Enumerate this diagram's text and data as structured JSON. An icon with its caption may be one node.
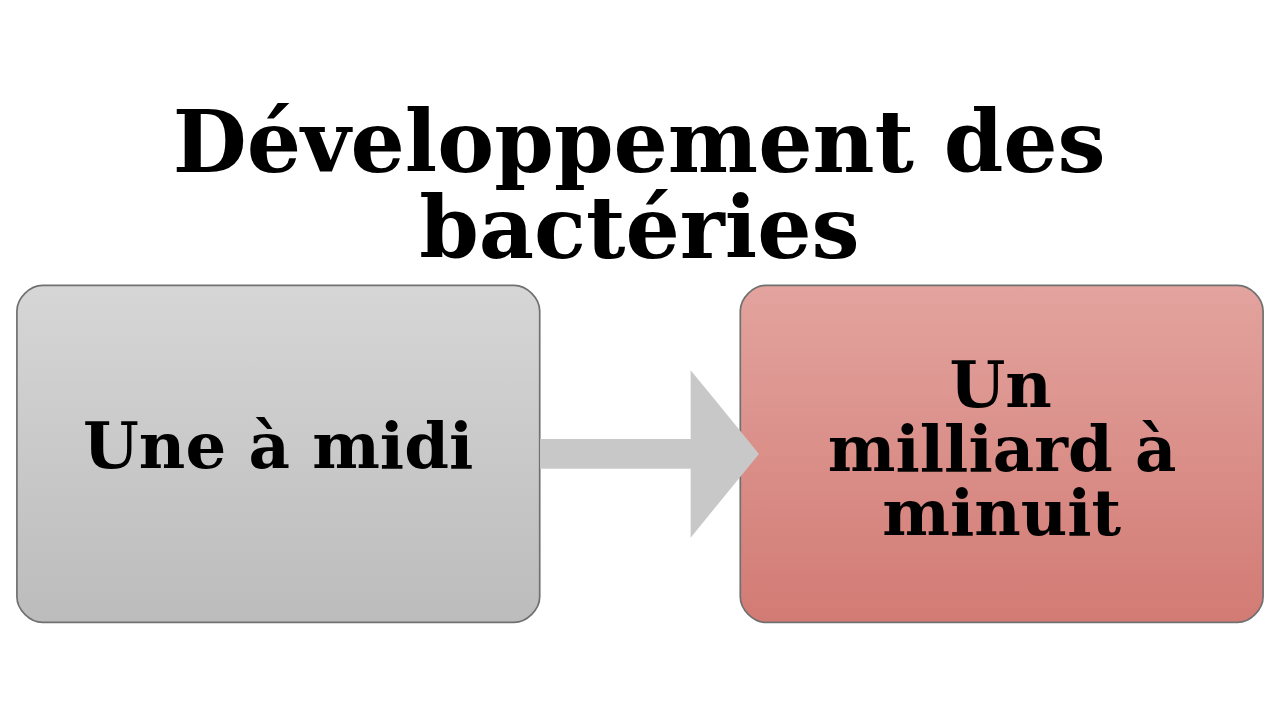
{
  "diagram": {
    "title": "Développement des bactéries",
    "nodes": [
      {
        "text": [
          "Une à midi"
        ]
      },
      {
        "text": [
          "Un milliard à minuit"
        ]
      }
    ],
    "edges": [
      {
        "from": 0,
        "to": 1,
        "arrow": "to"
      }
    ]
  }
}
